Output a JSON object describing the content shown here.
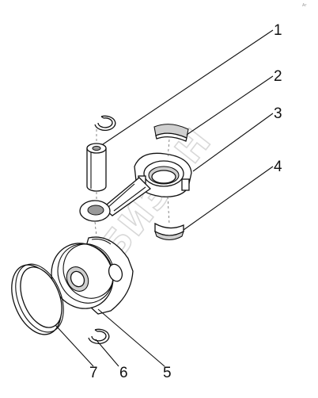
{
  "corner_note": "Ar",
  "watermark": "БИЗОН",
  "callouts": [
    {
      "num": "1"
    },
    {
      "num": "2"
    },
    {
      "num": "3"
    },
    {
      "num": "4"
    },
    {
      "num": "5"
    },
    {
      "num": "6"
    },
    {
      "num": "7"
    }
  ]
}
